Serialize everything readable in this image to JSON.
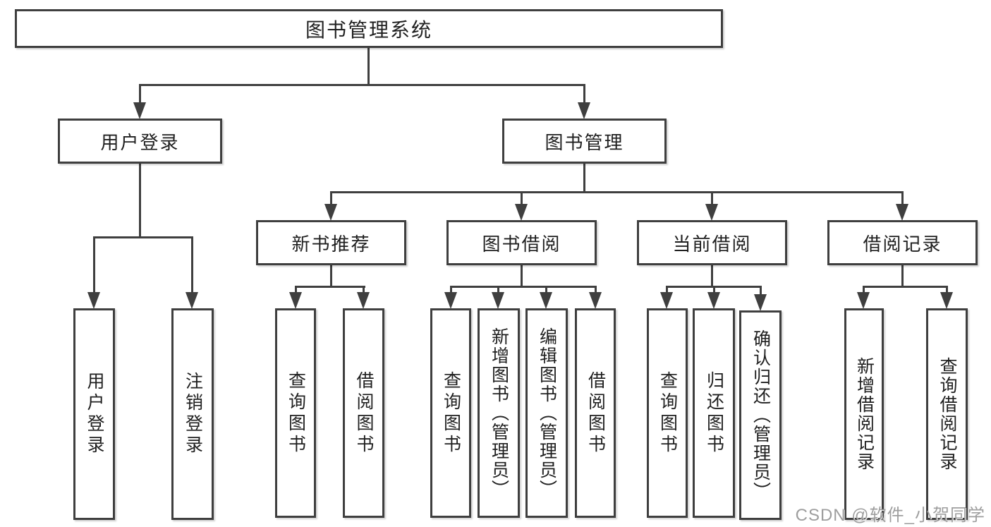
{
  "diagram": {
    "root_label": "图书管理系统",
    "user_login": {
      "label": "用户登录",
      "children": [
        {
          "label": "用户登录"
        },
        {
          "label": "注销登录"
        }
      ]
    },
    "book_mgmt": {
      "label": "图书管理",
      "groups": [
        {
          "label": "新书推荐",
          "children": [
            {
              "label": "查询图书"
            },
            {
              "label": "借阅图书"
            }
          ]
        },
        {
          "label": "图书借阅",
          "children": [
            {
              "label": "查询图书"
            },
            {
              "label": "新增图书（管理员）"
            },
            {
              "label": "编辑图书（管理员）"
            },
            {
              "label": "借阅图书"
            }
          ]
        },
        {
          "label": "当前借阅",
          "children": [
            {
              "label": "查询图书"
            },
            {
              "label": "归还图书"
            },
            {
              "label": "确认归还（管理员）"
            }
          ]
        },
        {
          "label": "借阅记录",
          "children": [
            {
              "label": "新增借阅记录"
            },
            {
              "label": "查询借阅记录"
            }
          ]
        }
      ]
    }
  },
  "watermark": {
    "text": "CSDN @软件_小贺同学"
  },
  "colors": {
    "line": "#3f3f3f",
    "box_border": "#3f3f3f",
    "box_bg": "#ffffff",
    "text": "#1f1f1f",
    "watermark": "#949494"
  }
}
